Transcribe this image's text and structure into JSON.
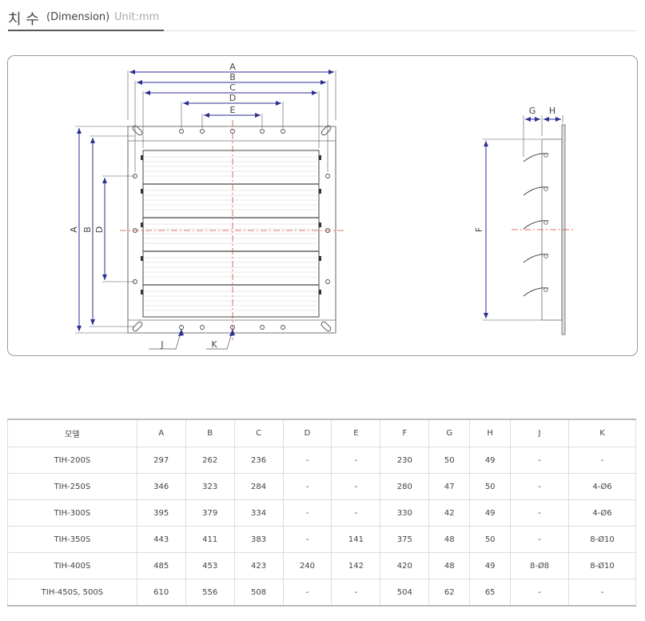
{
  "header": {
    "title_ko": "치 수",
    "title_en": "(Dimension)",
    "unit": "Unit:mm"
  },
  "drawing": {
    "front_labels": [
      "A",
      "B",
      "C",
      "D",
      "E"
    ],
    "vertical_labels": [
      "A",
      "B",
      "D"
    ],
    "bottom_labels": [
      "J",
      "K"
    ],
    "side_labels": [
      "G",
      "H",
      "F"
    ]
  },
  "table": {
    "columns": [
      "모델",
      "A",
      "B",
      "C",
      "D",
      "E",
      "F",
      "G",
      "H",
      "J",
      "K"
    ],
    "rows": [
      [
        "TIH-200S",
        "297",
        "262",
        "236",
        "-",
        "-",
        "230",
        "50",
        "49",
        "-",
        "-"
      ],
      [
        "TIH-250S",
        "346",
        "323",
        "284",
        "-",
        "-",
        "280",
        "47",
        "50",
        "-",
        "4-Ø6"
      ],
      [
        "TIH-300S",
        "395",
        "379",
        "334",
        "-",
        "-",
        "330",
        "42",
        "49",
        "-",
        "4-Ø6"
      ],
      [
        "TIH-350S",
        "443",
        "411",
        "383",
        "-",
        "141",
        "375",
        "48",
        "50",
        "-",
        "8-Ø10"
      ],
      [
        "TIH-400S",
        "485",
        "453",
        "423",
        "240",
        "142",
        "420",
        "48",
        "49",
        "8-Ø8",
        "8-Ø10"
      ],
      [
        "TIH-450S, 500S",
        "610",
        "556",
        "508",
        "-",
        "-",
        "504",
        "62",
        "65",
        "-",
        "-"
      ]
    ]
  },
  "colors": {
    "dimension_blue": "#2b2f8f",
    "centerline_red": "#e0403a",
    "line_gray": "#666666"
  }
}
